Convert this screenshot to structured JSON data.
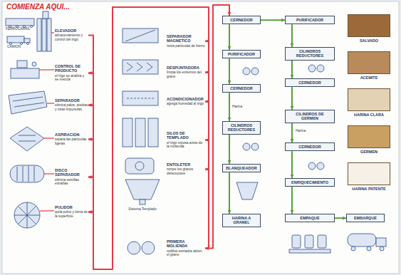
{
  "diagram": {
    "title": "COMIENZA AQUI...",
    "nodes": [
      {
        "text": [
          "ELEVADOR",
          "almacenamiento y control del trigo"
        ]
      },
      {
        "text": [
          "CONTROL DE PRODUCTO",
          "el trigo se analiza y se mezcla"
        ]
      },
      {
        "text": [
          "SEPARADOR",
          "elimina palos, piedras y otras impurezas"
        ]
      },
      {
        "text": [
          "ASPIRACION",
          "separa las partículas ligeras"
        ]
      },
      {
        "text": [
          "DISCO SEPARADOR",
          "elimina semillas extrañas"
        ]
      },
      {
        "text": [
          "PULIDOR",
          "quita polvo y tierra de la superficie"
        ]
      },
      {
        "text": [
          "SEPARADOR MAGNETICO",
          "retira partículas de hierro"
        ]
      },
      {
        "text": [
          "DESPUNTADORA",
          "limpia los extremos del grano"
        ]
      },
      {
        "text": [
          "ACONDICIONADOR",
          "agrega humedad al trigo"
        ]
      },
      {
        "text": [
          "SILOS DE TEMPLADO",
          "el trigo reposa antes de la molienda"
        ]
      },
      {
        "text": [
          "ENTOLETER",
          "rompe los granos defectuosos"
        ]
      },
      {
        "text": [
          "PRIMERA MOLIENDA",
          "rodillos estriados abren el grano"
        ]
      },
      {
        "text": [
          "CERNEDOR"
        ]
      },
      {
        "text": [
          "PURIFICADOR"
        ]
      },
      {
        "text": [
          "CERNEDOR"
        ]
      },
      {
        "text": [
          "CILINDROS REDUCTORES"
        ]
      },
      {
        "text": [
          "BLANQUEADOR"
        ]
      },
      {
        "text": [
          "HARINA A GRANEL"
        ]
      },
      {
        "text": [
          "PURIFICADOR"
        ]
      },
      {
        "text": [
          "CILINDROS REDUCTORES"
        ]
      },
      {
        "text": [
          "CERNEDOR"
        ]
      },
      {
        "text": [
          "CILINDROS DE GERMEN"
        ]
      },
      {
        "text": [
          "CERNEDOR"
        ]
      },
      {
        "text": [
          "ENRIQUECIMIENTO"
        ]
      },
      {
        "text": [
          "EMPAQUE"
        ]
      },
      {
        "text": [
          "EMBARQUE"
        ]
      },
      {
        "text": [
          "SALVADO"
        ]
      },
      {
        "text": [
          "ACEMITE"
        ]
      },
      {
        "text": [
          "HARINA CLARA"
        ]
      },
      {
        "text": [
          "GERMEN"
        ]
      },
      {
        "text": [
          "HARINA PATENTE"
        ]
      }
    ],
    "edges": [
      {
        "from": 0,
        "to": 1,
        "arrow": "to"
      },
      {
        "from": 1,
        "to": 2,
        "arrow": "to"
      },
      {
        "from": 2,
        "to": 3,
        "arrow": "to"
      },
      {
        "from": 3,
        "to": 4,
        "arrow": "to"
      },
      {
        "from": 4,
        "to": 5,
        "arrow": "to"
      },
      {
        "from": 5,
        "to": 6,
        "arrow": "to"
      },
      {
        "from": 6,
        "to": 7,
        "arrow": "to"
      },
      {
        "from": 7,
        "to": 8,
        "arrow": "to"
      },
      {
        "from": 8,
        "to": 9,
        "arrow": "to"
      },
      {
        "from": 9,
        "to": 10,
        "arrow": "to"
      },
      {
        "from": 10,
        "to": 11,
        "arrow": "to"
      },
      {
        "from": 11,
        "to": 12,
        "arrow": "to"
      },
      {
        "from": 12,
        "to": 13,
        "arrow": "to"
      },
      {
        "from": 13,
        "to": 14,
        "arrow": "to"
      },
      {
        "from": 14,
        "to": 15,
        "arrow": "to"
      },
      {
        "from": 15,
        "to": 16,
        "arrow": "to"
      },
      {
        "from": 16,
        "to": 17,
        "arrow": "to"
      },
      {
        "from": 12,
        "to": 18,
        "arrow": "to"
      },
      {
        "from": 18,
        "to": 19,
        "arrow": "to"
      },
      {
        "from": 19,
        "to": 20,
        "arrow": "to"
      },
      {
        "from": 20,
        "to": 21,
        "arrow": "to"
      },
      {
        "from": 21,
        "to": 22,
        "arrow": "to"
      },
      {
        "from": 22,
        "to": 23,
        "arrow": "to"
      },
      {
        "from": 23,
        "to": 24,
        "arrow": "to"
      },
      {
        "from": 24,
        "to": 25,
        "arrow": "to"
      }
    ],
    "labels": [
      "FERROCARRIL",
      "CAMION",
      "Sistema Templado",
      "Harina",
      "Harina"
    ]
  }
}
